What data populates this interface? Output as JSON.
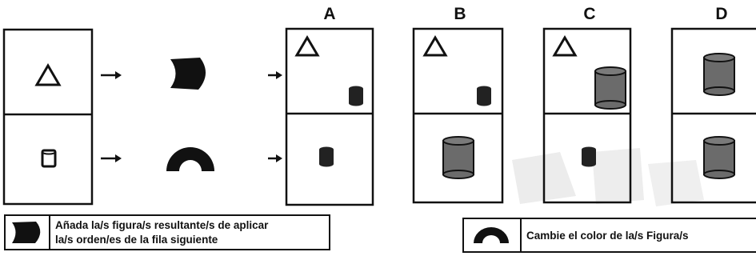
{
  "options": {
    "a": "A",
    "b": "B",
    "c": "C",
    "d": "D"
  },
  "legend": {
    "add_rule_line1": "Añada la/s figura/s resultante/s de aplicar",
    "add_rule_line2": "la/s orden/es de la fila siguiente",
    "color_rule": "Cambie el color de la/s Figura/s"
  },
  "icons": {
    "triangle": "triangle-icon",
    "cylinder": "cylinder-icon",
    "add_figure": "d-shape-icon",
    "change_color": "arch-icon",
    "arrow": "arrow-right-icon"
  },
  "colors": {
    "ink": "#111111",
    "dark_fill": "#222222",
    "gray_fill": "#6b6b6b",
    "watermark": "#e8e8e8"
  }
}
